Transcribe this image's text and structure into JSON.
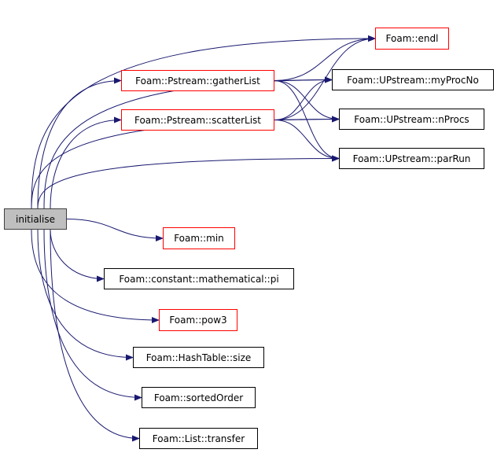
{
  "graph": {
    "edge_color": "#191970",
    "nodes": [
      {
        "id": "initialise",
        "label": "initialise",
        "style": "root"
      },
      {
        "id": "endl",
        "label": "Foam::endl",
        "style": "red"
      },
      {
        "id": "gatherList",
        "label": "Foam::Pstream::gatherList",
        "style": "red"
      },
      {
        "id": "myProcNo",
        "label": "Foam::UPstream::myProcNo",
        "style": "black"
      },
      {
        "id": "scatterList",
        "label": "Foam::Pstream::scatterList",
        "style": "red"
      },
      {
        "id": "nProcs",
        "label": "Foam::UPstream::nProcs",
        "style": "black"
      },
      {
        "id": "parRun",
        "label": "Foam::UPstream::parRun",
        "style": "black"
      },
      {
        "id": "min",
        "label": "Foam::min",
        "style": "red"
      },
      {
        "id": "pi",
        "label": "Foam::constant::mathematical::pi",
        "style": "black"
      },
      {
        "id": "pow3",
        "label": "Foam::pow3",
        "style": "red"
      },
      {
        "id": "size",
        "label": "Foam::HashTable::size",
        "style": "black"
      },
      {
        "id": "sortedOrder",
        "label": "Foam::sortedOrder",
        "style": "black"
      },
      {
        "id": "transfer",
        "label": "Foam::List::transfer",
        "style": "black"
      }
    ],
    "edges": [
      [
        "initialise",
        "endl"
      ],
      [
        "initialise",
        "gatherList"
      ],
      [
        "initialise",
        "myProcNo"
      ],
      [
        "initialise",
        "scatterList"
      ],
      [
        "initialise",
        "nProcs"
      ],
      [
        "initialise",
        "parRun"
      ],
      [
        "initialise",
        "min"
      ],
      [
        "initialise",
        "pi"
      ],
      [
        "initialise",
        "pow3"
      ],
      [
        "initialise",
        "size"
      ],
      [
        "initialise",
        "sortedOrder"
      ],
      [
        "initialise",
        "transfer"
      ],
      [
        "gatherList",
        "endl"
      ],
      [
        "gatherList",
        "myProcNo"
      ],
      [
        "gatherList",
        "nProcs"
      ],
      [
        "gatherList",
        "parRun"
      ],
      [
        "scatterList",
        "endl"
      ],
      [
        "scatterList",
        "myProcNo"
      ],
      [
        "scatterList",
        "nProcs"
      ],
      [
        "scatterList",
        "parRun"
      ]
    ]
  }
}
